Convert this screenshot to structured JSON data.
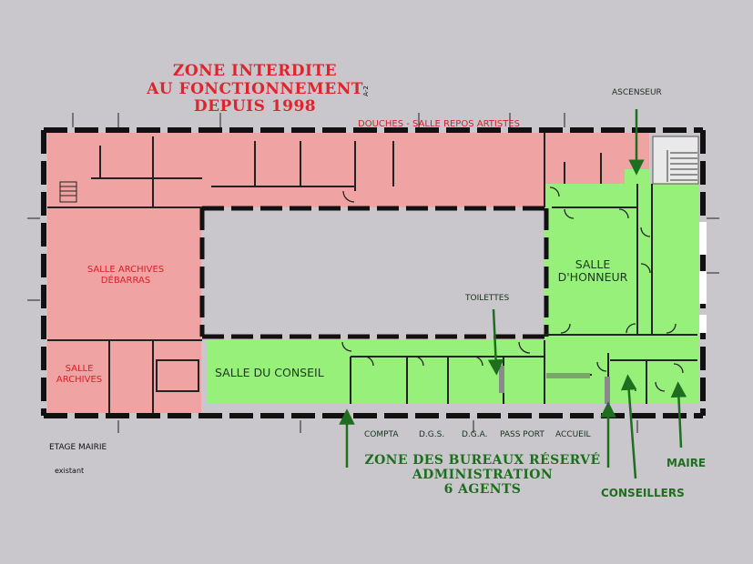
{
  "forbidden_zone": {
    "title_lines": [
      "ZONE INTERDITE",
      "AU FONCTIONNEMENT",
      "DEPUIS 1998"
    ],
    "corridor_label": "DOUCHES - SALLE REPOS ARTISTES",
    "archives_debarras_lines": [
      "SALLE ARCHIVES",
      "DÉBARRAS"
    ],
    "archives_lines": [
      "SALLE",
      "ARCHIVES"
    ],
    "fill_color": "#f0a3a3"
  },
  "office_zone": {
    "title_lines": [
      "ZONE DES BUREAUX RÉSERVÉ",
      "ADMINISTRATION",
      "6 AGENTS"
    ],
    "fill_color": "#96f07a",
    "rooms": {
      "conseil": "SALLE DU CONSEIL",
      "honneur_lines": [
        "SALLE",
        "D'HONNEUR"
      ],
      "compta": "COMPTA",
      "dgs": "D.G.S.",
      "dga": "D.G.A.",
      "passport": "PASS PORT",
      "accueil": "ACCUEIL"
    },
    "callouts": {
      "ascenseur": "ASCENSEUR",
      "toilettes": "TOILETTES",
      "conseillers": "CONSEILLERS",
      "maire": "MAIRE"
    }
  },
  "plan_labels": {
    "floor": "ETAGE MAIRIE",
    "status": "existant",
    "marker": "A-2"
  },
  "colors": {
    "background": "#c9c6cc",
    "red_text": "#e0242c",
    "green_text": "#1f6e1f",
    "arrow": "#1f6e1f",
    "wall": "#111111"
  }
}
